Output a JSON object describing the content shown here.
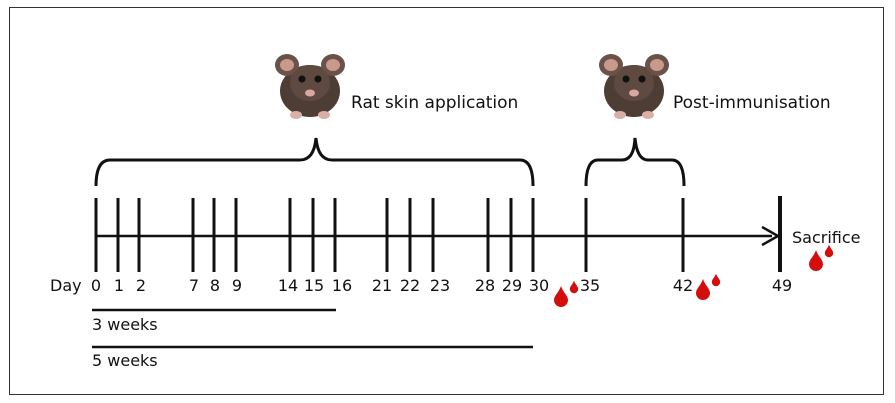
{
  "labels": {
    "skin_application": "Rat skin application",
    "post_immunisation": "Post-immunisation",
    "sacrifice": "Sacrifice",
    "day_prefix": "Day",
    "three_weeks": "3 weeks",
    "five_weeks": "5 weeks"
  },
  "timeline": {
    "application_days": [
      0,
      1,
      2,
      7,
      8,
      9,
      14,
      15,
      16,
      21,
      22,
      23,
      28,
      29,
      30
    ],
    "immunisation_days": [
      35,
      42
    ],
    "sacrifice_day": 49,
    "blood_sampling_days": [
      30,
      42,
      49
    ]
  },
  "colors": {
    "line": "#111111",
    "blood": "#d40d0d",
    "rat_fur": "#5a463c"
  },
  "icons": {
    "rat": "rat-icon",
    "blood_drop": "blood-drop-icon",
    "arrow": "arrow-icon"
  }
}
